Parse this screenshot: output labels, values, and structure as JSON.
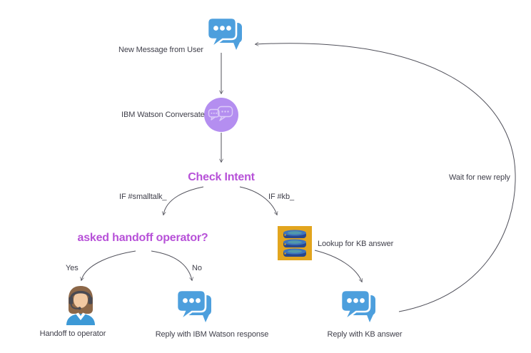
{
  "diagram_title": "Chatbot intent-routing flow",
  "colors": {
    "chat_blue": "#4d9fdd",
    "watson_purple": "#b48ef0",
    "watson_bubble": "#dccbf8",
    "db_gold": "#e2a51e",
    "db_blue_dark": "#28488f",
    "db_blue_light": "#3f74bd",
    "db_teal": "#55a0a8",
    "magenta": "#b751d8",
    "line": "#50505a",
    "label": "#3f3f4a",
    "hair_brown": "#8c6748",
    "face_tan": "#f2c9a2",
    "headset_gray": "#4a4a52",
    "shirt_blue": "#3d99d6"
  },
  "nodes": {
    "new_message": {
      "label": "New Message from User",
      "icon": "chat-bubbles-icon"
    },
    "watson": {
      "label": "IBM Watson Conversate",
      "icon": "watson-conversate-icon"
    },
    "check_intent": {
      "label": "Check Intent"
    },
    "asked_handoff": {
      "label": "asked handoff operator?"
    },
    "handoff_operator": {
      "label": "Handoff to operator",
      "icon": "operator-headset-icon"
    },
    "reply_watson": {
      "label": "Reply with IBM Watson response",
      "icon": "chat-bubbles-icon"
    },
    "lookup_kb": {
      "label": "Lookup for KB answer",
      "icon": "database-icon"
    },
    "reply_kb": {
      "label": "Reply with KB answer",
      "icon": "chat-bubbles-icon"
    }
  },
  "edges": {
    "if_smalltalk": {
      "label": "IF #smalltalk_"
    },
    "if_kb": {
      "label": "IF #kb_"
    },
    "yes": {
      "label": "Yes"
    },
    "no": {
      "label": "No"
    },
    "wait": {
      "label": "Wait for new reply"
    }
  }
}
